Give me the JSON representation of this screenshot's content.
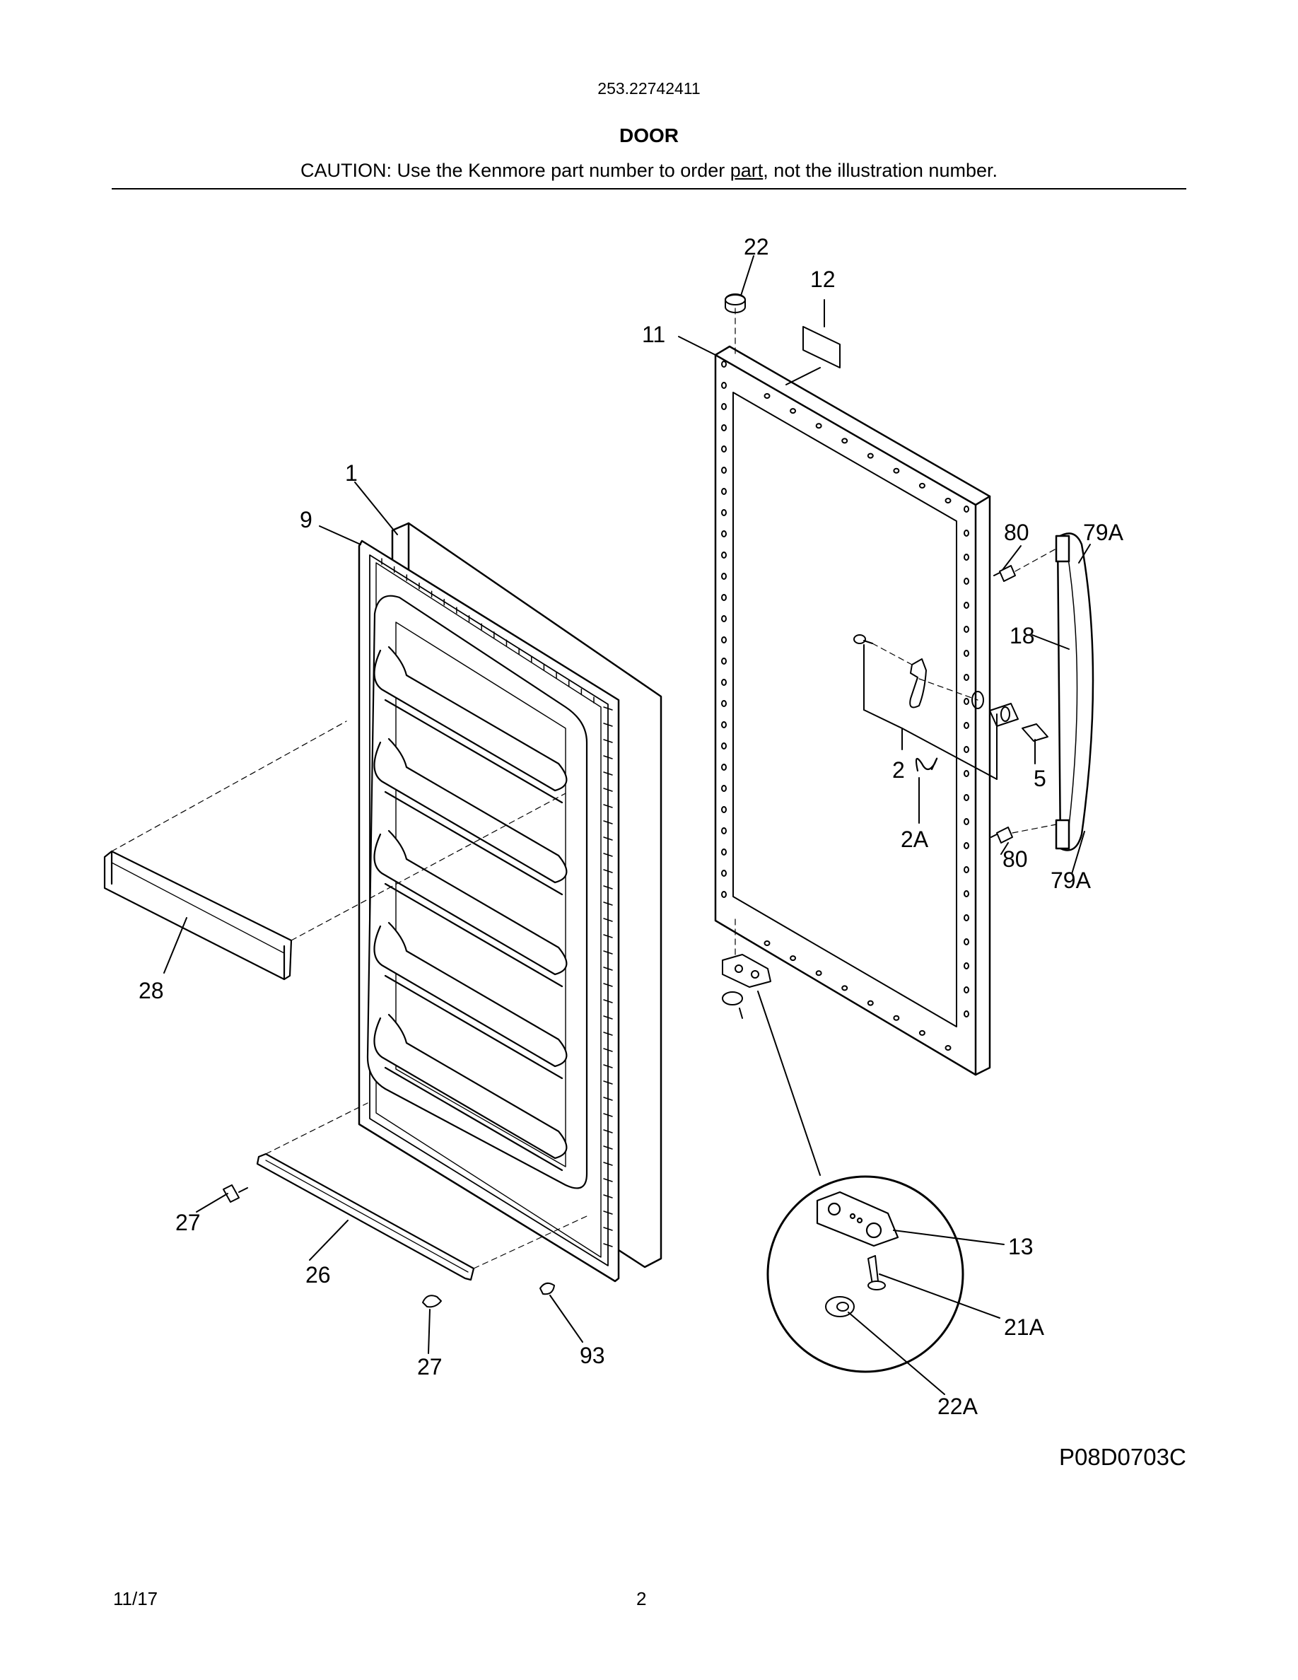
{
  "header": {
    "model_number": "253.22742411",
    "section_title": "DOOR",
    "caution_prefix": "CAUTION: Use the Kenmore part number to order ",
    "caution_underlined": "part",
    "caution_suffix": ", not the illustration number."
  },
  "callouts": {
    "c22": "22",
    "c12": "12",
    "c11": "11",
    "c1": "1",
    "c9": "9",
    "c80_top": "80",
    "c79A_top": "79A",
    "c18": "18",
    "c2": "2",
    "c5": "5",
    "c2A": "2A",
    "c80_bottom": "80",
    "c79A_bottom": "79A",
    "c28": "28",
    "c13": "13",
    "c21A": "21A",
    "c22A": "22A",
    "c27_left": "27",
    "c26": "26",
    "c27_bottom": "27",
    "c93": "93"
  },
  "footer": {
    "diagram_code": "P08D0703C",
    "date": "11/17",
    "page_number": "2"
  }
}
